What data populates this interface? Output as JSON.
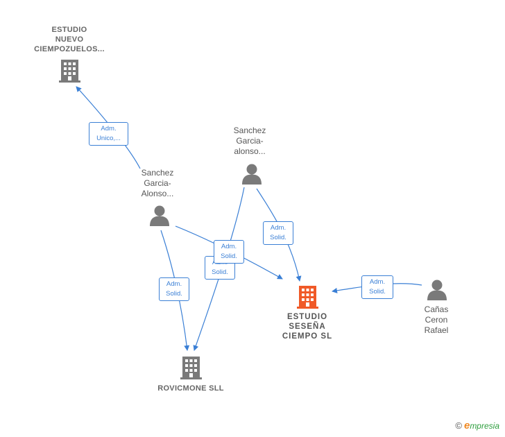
{
  "nodes": {
    "estudio_nuevo": {
      "label": "ESTUDIO\nNUEVO\nCIEMPOZUELOS...",
      "type": "company"
    },
    "estudio_sesena": {
      "label": "ESTUDIO\nSESEÑA\nCIEMPO  SL",
      "type": "company",
      "color": "#f05a28"
    },
    "rovicmone": {
      "label": "ROVICMONE SLL",
      "type": "company"
    },
    "sanchez_a": {
      "label": "Sanchez\nGarcia-\nAlonso...",
      "type": "person"
    },
    "sanchez_b": {
      "label": "Sanchez\nGarcia-\nalonso...",
      "type": "person"
    },
    "canas": {
      "label": "Cañas\nCeron\nRafael",
      "type": "person"
    }
  },
  "edges": [
    {
      "id": "e1",
      "from": "sanchez_a",
      "to": "estudio_nuevo",
      "label": "Adm.\nUnico,..."
    },
    {
      "id": "e2",
      "from": "sanchez_a",
      "to": "rovicmone",
      "label": "Adm.\nSolid."
    },
    {
      "id": "e3",
      "from": "sanchez_a",
      "to": "estudio_sesena",
      "label": "Adm.\nSolid."
    },
    {
      "id": "e4",
      "from": "sanchez_b",
      "to": "rovicmone",
      "label": "Adm.\nSolid."
    },
    {
      "id": "e5",
      "from": "sanchez_b",
      "to": "estudio_sesena",
      "label": "Adm.\nSolid."
    },
    {
      "id": "e6",
      "from": "canas",
      "to": "estudio_sesena",
      "label": "Adm.\nSolid."
    }
  ],
  "colors": {
    "edge": "#3a7fd5",
    "icon": "#7a7a7a",
    "focus": "#f05a28"
  },
  "footer": {
    "copyright": "©",
    "brand_initial": "e",
    "brand_rest": "mpresia"
  }
}
